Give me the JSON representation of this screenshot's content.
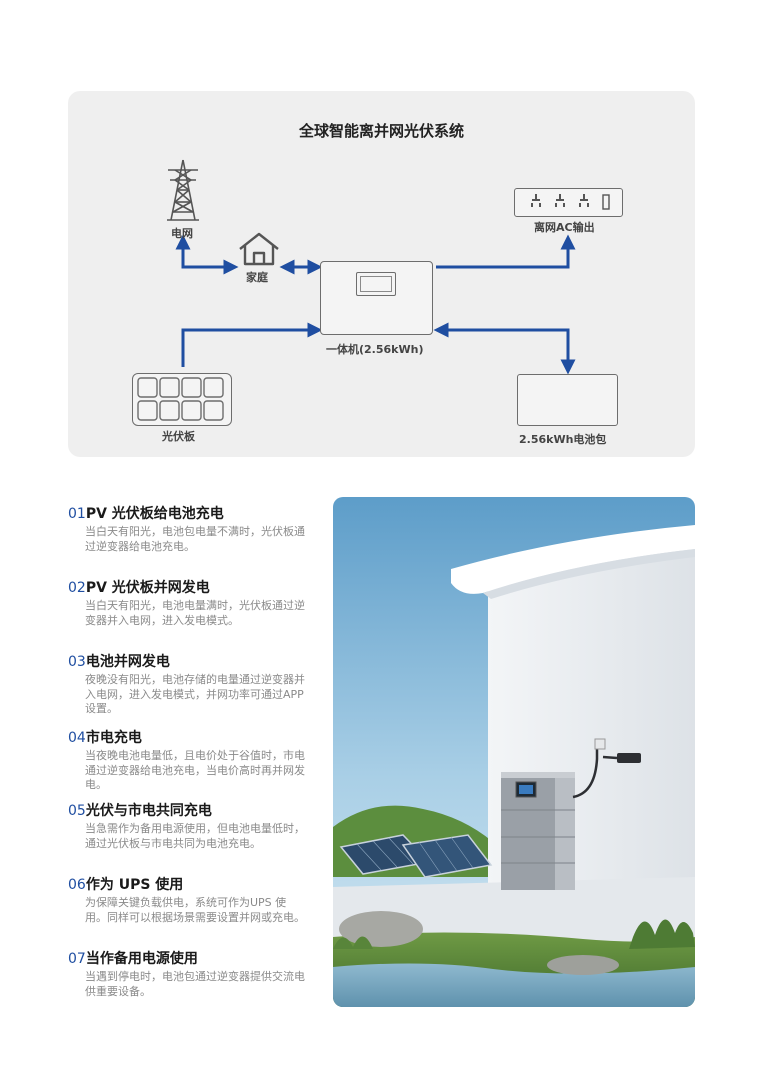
{
  "diagram": {
    "title": "全球智能离并网光伏系统",
    "grid_label": "电网",
    "home_label": "家庭",
    "ac_output_label": "离网AC输出",
    "inverter_label": "一体机(2.56kWh)",
    "pv_label": "光伏板",
    "battery_label": "2.56kWh电池包",
    "flow_color": "#1f4ea1"
  },
  "features": [
    {
      "num": "01",
      "title": "PV 光伏板给电池充电",
      "desc": "当白天有阳光，电池包电量不满时，光伏板通过逆变器给电池充电。"
    },
    {
      "num": "02",
      "title": "PV 光伏板并网发电",
      "desc": "当白天有阳光，电池电量满时，光伏板通过逆变器并入电网，进入发电模式。"
    },
    {
      "num": "03",
      "title": "电池并网发电",
      "desc": "夜晚没有阳光，电池存储的电量通过逆变器并入电网，进入发电模式，并网功率可通过APP 设置。"
    },
    {
      "num": "04",
      "title": "市电充电",
      "desc": "当夜晚电池电量低，且电价处于谷值时，市电通过逆变器给电池充电，当电价高时再并网发电。"
    },
    {
      "num": "05",
      "title": "光伏与市电共同充电",
      "desc": "当急需作为备用电源使用，但电池电量低时，通过光伏板与市电共同为电池充电。"
    },
    {
      "num": "06",
      "title": "作为 UPS 使用",
      "desc": "为保障关键负载供电，系统可作为UPS 使用。同样可以根据场景需要设置并网或充电。"
    },
    {
      "num": "07",
      "title": "当作备用电源使用",
      "desc": "当遇到停电时，电池包通过逆变器提供交流电供重要设备。"
    }
  ]
}
